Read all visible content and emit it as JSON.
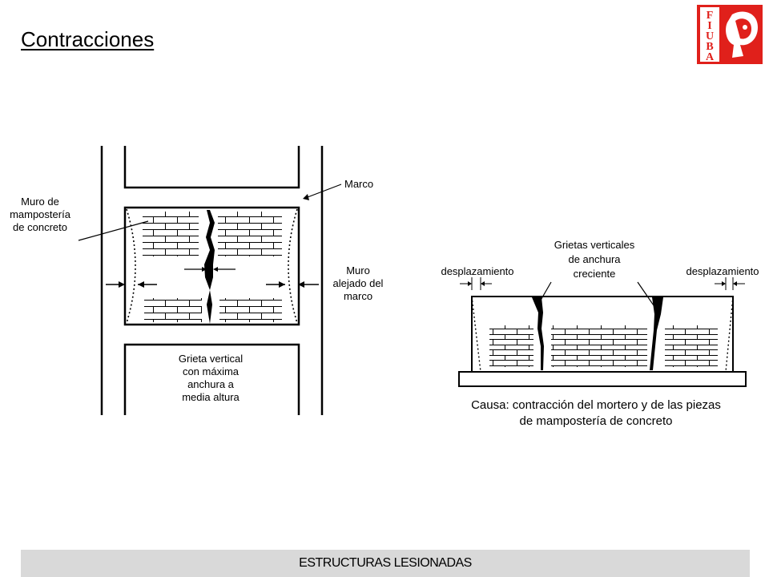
{
  "slide": {
    "title": "Contracciones",
    "footer": "ESTRUCTURAS LESIONADAS"
  },
  "logo": {
    "text": "FIUBA",
    "color": "#e0201b"
  },
  "left_diagram": {
    "label_muro": [
      "Muro de",
      "mampostería",
      "de concreto"
    ],
    "label_marco": "Marco",
    "label_muro_alejado": [
      "Muro",
      "alejado del",
      "marco"
    ],
    "label_grieta": [
      "Grieta vertical",
      "con máxima",
      "anchura a",
      "media altura"
    ]
  },
  "right_diagram": {
    "label_desplazamiento_left": "desplazamiento",
    "label_desplazamiento_right": "desplazamiento",
    "label_grietas": [
      "Grietas verticales",
      "de anchura",
      "creciente"
    ],
    "label_causa": [
      "Causa: contracción del mortero y de las piezas",
      "de mampostería de concreto"
    ]
  }
}
